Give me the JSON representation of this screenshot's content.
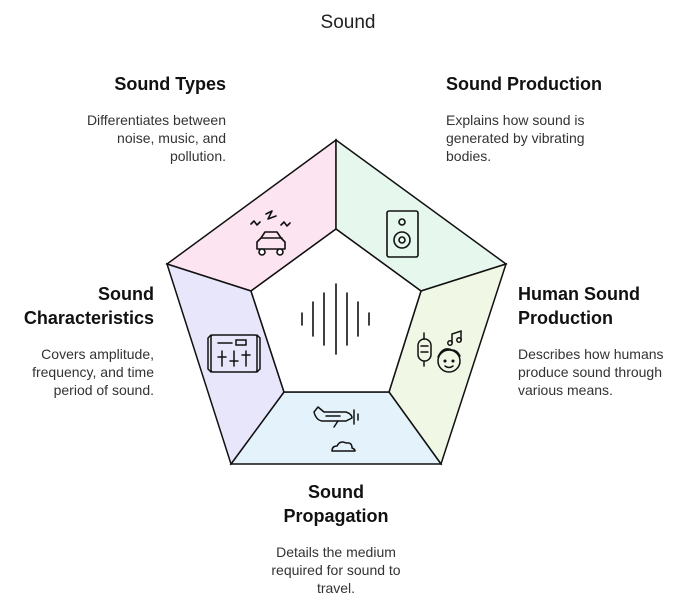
{
  "title": "Sound",
  "sections": [
    {
      "id": "types",
      "heading": "Sound Types",
      "description": "Differentiates between noise, music, and pollution.",
      "icon": "car-noise-icon",
      "color": "#fce4f1"
    },
    {
      "id": "production",
      "heading": "Sound Production",
      "description": "Explains how sound is generated by vibrating bodies.",
      "icon": "speaker-icon",
      "color": "#e6f7ee"
    },
    {
      "id": "human",
      "heading": "Human Sound Production",
      "description": "Describes how humans produce sound through various means.",
      "icon": "singer-microphone-icon",
      "color": "#f0f7e4"
    },
    {
      "id": "propagation",
      "heading": "Sound Propagation",
      "description": "Details the medium required for sound to travel.",
      "icon": "airplane-cloud-icon",
      "color": "#e4f3fb"
    },
    {
      "id": "characteristics",
      "heading": "Sound Characteristics",
      "description": "Covers amplitude, frequency, and time period of sound.",
      "icon": "equalizer-icon",
      "color": "#e8e6fb"
    }
  ],
  "center_icon": "sound-wave-icon"
}
